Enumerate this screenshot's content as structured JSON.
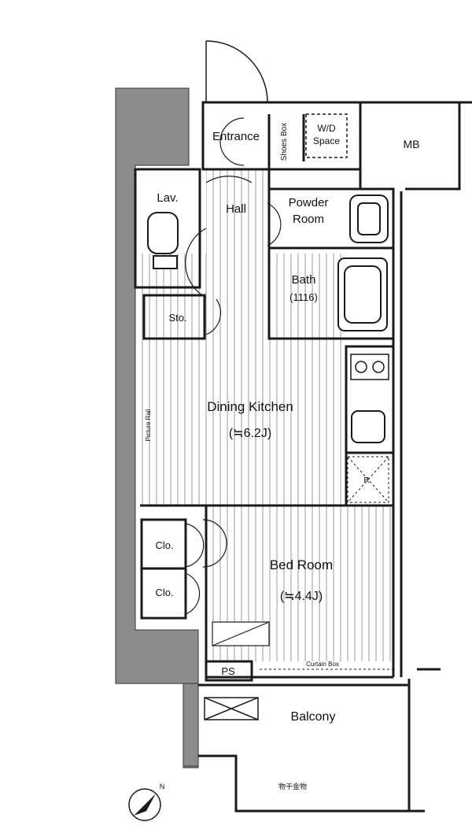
{
  "rooms": {
    "entrance": "Entrance",
    "shoes_box": "Shoes Box",
    "wd_space_line1": "W/D",
    "wd_space_line2": "Space",
    "mb": "MB",
    "lav": "Lav.",
    "hall": "Hall",
    "powder_room_line1": "Powder",
    "powder_room_line2": "Room",
    "bath": "Bath",
    "bath_size": "(1116)",
    "sto": "Sto.",
    "dining_kitchen": "Dining Kitchen",
    "dining_kitchen_area": "(≒6.2J)",
    "picture_rail": "Picture Rail",
    "refrigerator": "R",
    "closet_1": "Clo.",
    "closet_2": "Clo.",
    "bed_room": "Bed Room",
    "bed_room_area": "(≒4.4J)",
    "ps": "PS",
    "curtain_box": "Curtain Box",
    "balcony": "Balcony",
    "laundry_hardware": "物干金物"
  },
  "compass": {
    "label": "N"
  },
  "colors": {
    "wall": "#8c8c8c",
    "line": "#1a1a1a",
    "floor_hatch": "#9a9a9a"
  }
}
